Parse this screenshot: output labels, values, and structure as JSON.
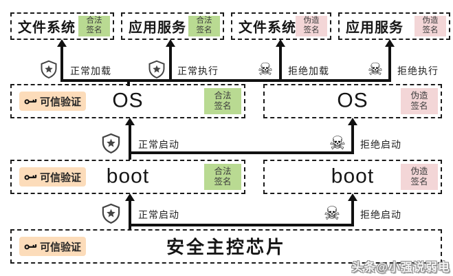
{
  "top_row": {
    "items": [
      {
        "label": "文件系统",
        "badge": "合法签名",
        "variant": "legit"
      },
      {
        "label": "应用服务",
        "badge": "合法签名",
        "variant": "legit"
      },
      {
        "label": "文件系统",
        "badge": "伪造签名",
        "variant": "forged"
      },
      {
        "label": "应用服务",
        "badge": "伪造签名",
        "variant": "forged"
      }
    ]
  },
  "os_row": {
    "left": {
      "label": "OS",
      "badge": "合法签名",
      "trust": "可信验证"
    },
    "right": {
      "label": "OS",
      "badge": "伪造签名"
    }
  },
  "boot_row": {
    "left": {
      "label": "boot",
      "badge": "合法签名",
      "trust": "可信验证"
    },
    "right": {
      "label": "boot",
      "badge": "伪造签名"
    }
  },
  "chip_row": {
    "label": "安全主控芯片",
    "trust": "可信验证"
  },
  "arrow_labels": {
    "load_ok": "正常加载",
    "exec_ok": "正常执行",
    "load_deny": "拒绝加载",
    "exec_deny": "拒绝执行",
    "boot_ok": "正常启动",
    "boot_deny": "拒绝启动"
  },
  "icons": {
    "shield": "shield-star-icon",
    "skull": "skull-crossbones-icon",
    "key": "key-icon",
    "skull_glyph": "☠"
  },
  "colors": {
    "legit_badge_bg": "#b9da92",
    "forged_badge_bg": "#f3d6d7",
    "trust_badge_bg": "#fcdcba",
    "line": "#111111",
    "border": "#1a1a1a"
  },
  "watermark": "头条@小强说弱电"
}
